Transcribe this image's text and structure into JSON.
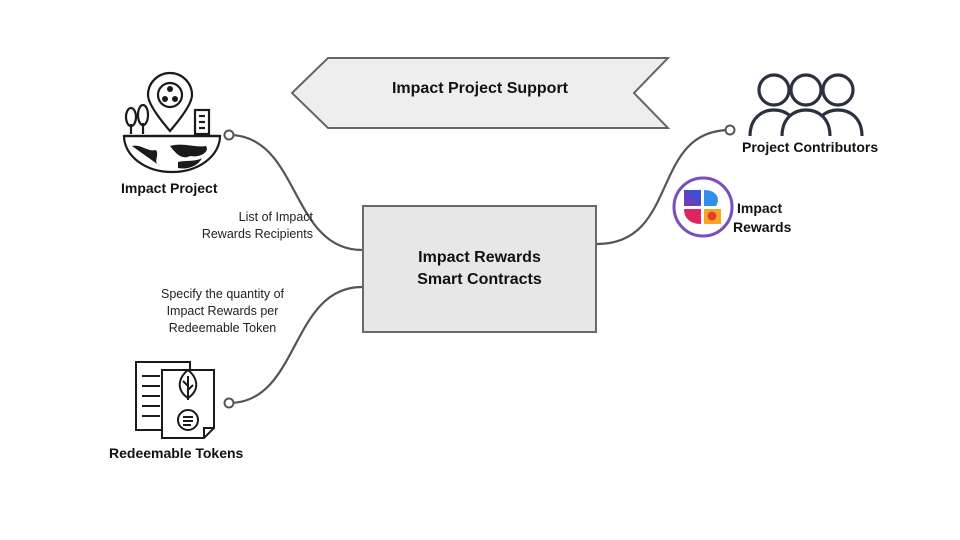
{
  "banner": {
    "title": "Impact Project Support"
  },
  "center": {
    "line1": "Impact Rewards",
    "line2": "Smart Contracts"
  },
  "nodes": {
    "impact_project": "Impact Project",
    "project_contributors": "Project Contributors",
    "impact_rewards_line1": "Impact",
    "impact_rewards_line2": "Rewards",
    "redeemable_tokens": "Redeemable Tokens"
  },
  "edge_labels": {
    "recipients_line1": "List of Impact",
    "recipients_line2": "Rewards Recipients",
    "quantity_line1": "Specify the quantity of",
    "quantity_line2": "Impact Rewards per",
    "quantity_line3": "Redeemable Token"
  },
  "icons": {
    "impact_project": "globe-location-icon",
    "contributors": "people-group-icon",
    "rewards_logo": "impact-rewards-logo",
    "tokens": "document-leaf-token-icon"
  },
  "colors": {
    "connector": "#555555",
    "box_fill": "#e7e7e7",
    "box_border": "#6a6a6a",
    "banner_fill": "#eeeeee",
    "logo_ring": "#7a4cc2"
  }
}
